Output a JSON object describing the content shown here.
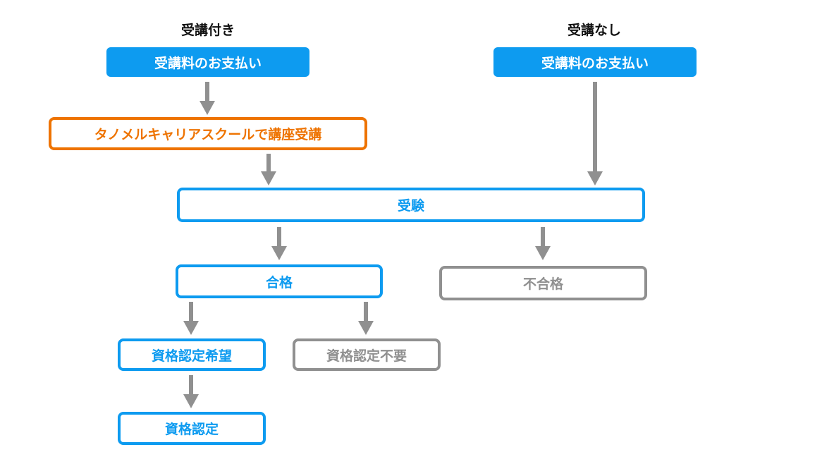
{
  "headings": {
    "with_course": "受講付き",
    "without_course": "受講なし"
  },
  "nodes": {
    "pay_with_course": "受講料のお支払い",
    "pay_without_course": "受講料のお支払い",
    "attend_course": "タノメルキャリアスクールで講座受講",
    "exam": "受験",
    "pass": "合格",
    "fail": "不合格",
    "cert_desired": "資格認定希望",
    "cert_not_needed": "資格認定不要",
    "certified": "資格認定"
  },
  "colors": {
    "blue": "#0d9bf0",
    "orange": "#ee7300",
    "gray": "#909090",
    "arrow": "#909090"
  }
}
